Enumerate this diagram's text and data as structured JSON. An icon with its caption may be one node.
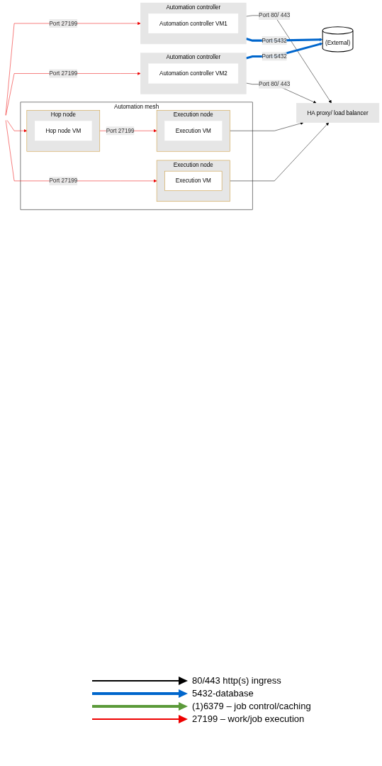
{
  "diagram": {
    "nodes": [
      {
        "text": [
          "HA proxy/ load balancer"
        ]
      },
      {
        "text": [
          "Automation controller"
        ]
      },
      {
        "text": [
          "Automation controller VM1"
        ],
        "in": 1
      },
      {
        "text": [
          "Automation controller"
        ]
      },
      {
        "text": [
          "Automation controller VM2"
        ],
        "in": 3
      },
      {
        "text": [
          "(External)"
        ]
      },
      {
        "text": [
          "Automation mesh"
        ]
      },
      {
        "text": [
          "Hop node"
        ],
        "in": 6
      },
      {
        "text": [
          "Hop node VM"
        ],
        "in": 7
      },
      {
        "text": [
          "Execution node"
        ],
        "in": 6
      },
      {
        "text": [
          "Execution VM"
        ],
        "in": 9
      },
      {
        "text": [
          "Execution node"
        ],
        "in": 6
      },
      {
        "text": [
          "Execution VM"
        ],
        "in": 11
      }
    ],
    "edges": [
      {
        "from": 1,
        "to": 0,
        "arrow": "to",
        "label": "Port 80/ 443",
        "color": "#000000"
      },
      {
        "from": 1,
        "to": 5,
        "arrow": "to",
        "label": "Port 5432",
        "style": "thick",
        "color": "#0066cc"
      },
      {
        "from": null,
        "to": 1,
        "arrow": "to",
        "label": "Port 27199",
        "color": "#ee0000"
      },
      {
        "from": null,
        "to": 3,
        "arrow": "to",
        "label": "Port 27199",
        "color": "#ee0000"
      },
      {
        "from": 3,
        "to": 5,
        "arrow": "to",
        "label": "Port 5432",
        "style": "thick",
        "color": "#0066cc"
      },
      {
        "from": 3,
        "to": 0,
        "arrow": "to",
        "label": "Port 80/ 443",
        "color": "#000000"
      },
      {
        "from": null,
        "to": 7,
        "arrow": "to",
        "color": "#ee0000"
      },
      {
        "from": null,
        "to": 11,
        "arrow": "to",
        "label": "Port 27199",
        "color": "#ee0000"
      },
      {
        "from": 7,
        "to": 9,
        "arrow": "to",
        "label": "Port 27199",
        "color": "#ee0000"
      },
      {
        "from": 9,
        "to": 0,
        "arrow": "to",
        "color": "#000000"
      },
      {
        "from": 11,
        "to": 0,
        "arrow": "to",
        "color": "#000000"
      }
    ],
    "legend": [
      {
        "text": "80/443 http(s) ingress",
        "color": "#000000"
      },
      {
        "text": "5432-database",
        "color": "#0066cc"
      },
      {
        "text": "(1)6379 – job control/caching",
        "color": "#5b9a3a"
      },
      {
        "text": "27199 – work/job execution",
        "color": "#ee0000"
      }
    ]
  }
}
